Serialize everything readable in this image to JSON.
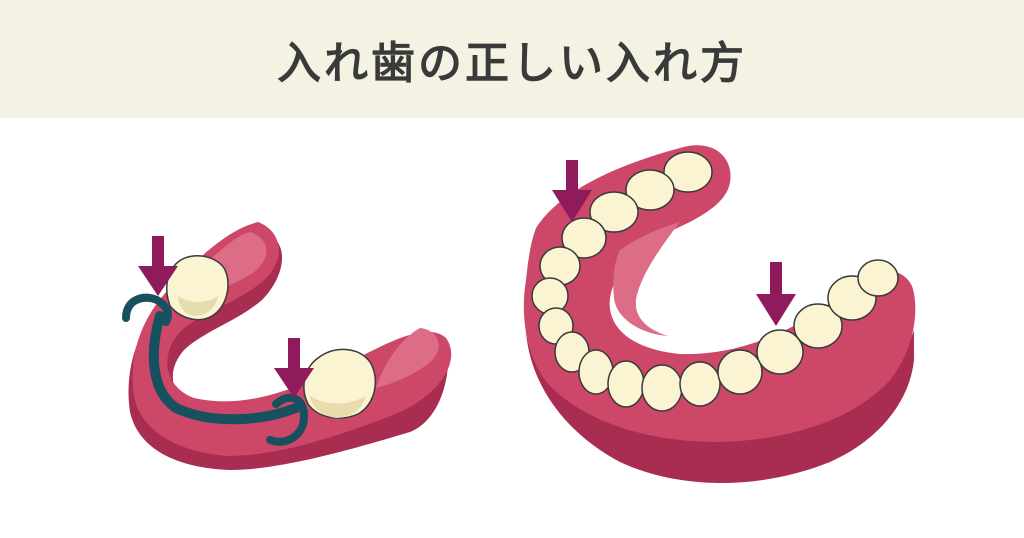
{
  "header": {
    "title": "入れ歯の正しい入れ方"
  },
  "illustrations": {
    "partial_denture": {
      "icon": "partial-denture-icon",
      "arrow_count": 2
    },
    "full_denture": {
      "icon": "full-denture-icon",
      "arrow_count": 2
    }
  },
  "colors": {
    "header_bg": "#f4f2e3",
    "title": "#3a3a3a",
    "gum": "#cc4768",
    "gum_dark": "#a82d51",
    "gum_light": "#dd6c87",
    "tooth": "#fbf4d2",
    "tooth_shadow": "#e6dcae",
    "clasp": "#17505f",
    "arrow": "#8f1a5c"
  }
}
